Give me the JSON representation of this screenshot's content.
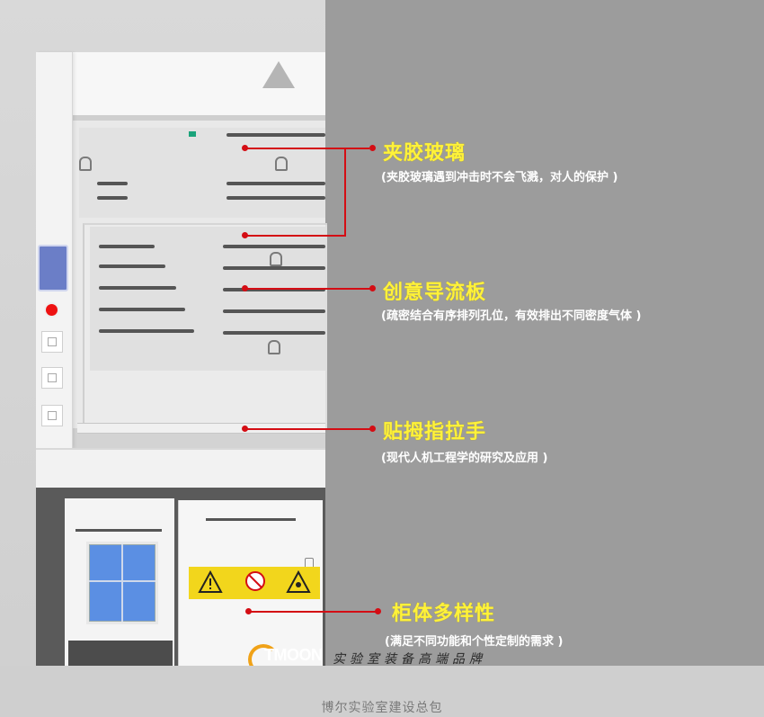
{
  "callouts": [
    {
      "title": "夹胶玻璃",
      "desc": "(夹胶玻璃遇到冲击时不会飞溅，对人的保护 )"
    },
    {
      "title": "创意导流板",
      "desc": "(疏密结合有序排列孔位，有效排出不同密度气体 )"
    },
    {
      "title": "贴拇指拉手",
      "desc": "(现代人机工程学的研究及应用 )"
    },
    {
      "title": "柜体多样性",
      "desc": "(满足不同功能和个性定制的需求 )"
    }
  ],
  "logo": {
    "brand": "TMOON",
    "slogan": "实验室装备高端品牌"
  },
  "footer": "博尔实验室建设总包",
  "colors": {
    "accent_red": "#d40d14",
    "title_yellow": "#fff23a",
    "panel_grey": "#9c9c9c"
  }
}
